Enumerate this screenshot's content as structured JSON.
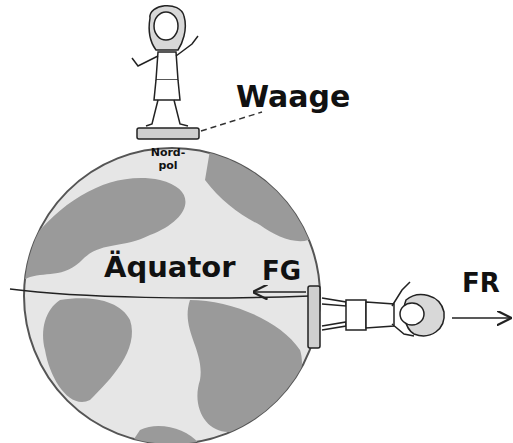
{
  "diagram": {
    "labels": [
      "Waage",
      "Nord- pol",
      "Äquator",
      "FG",
      "FR"
    ]
  }
}
